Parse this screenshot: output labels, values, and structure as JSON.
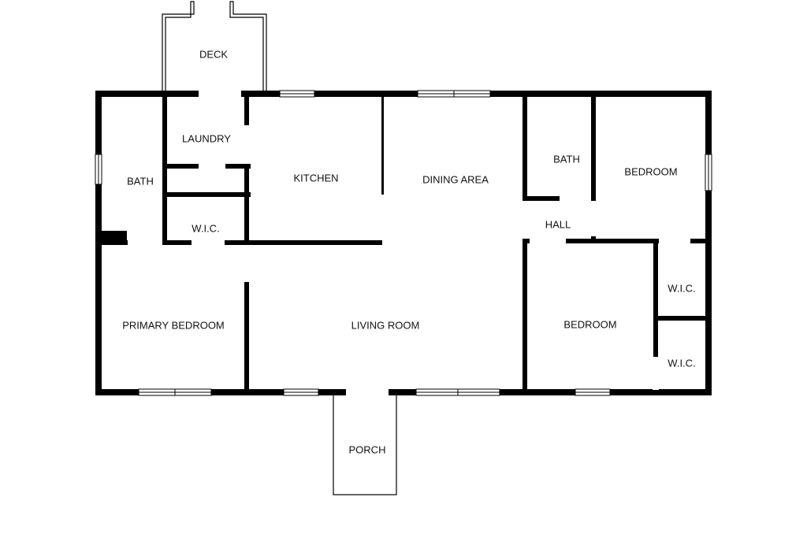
{
  "rooms": {
    "deck": "DECK",
    "bath_left": "BATH",
    "laundry": "LAUNDRY",
    "kitchen": "KITCHEN",
    "dining_area": "DINING AREA",
    "bath_right": "BATH",
    "bedroom_top": "BEDROOM",
    "hall": "HALL",
    "wic_left": "W.I.C.",
    "wic_right_top": "W.I.C.",
    "wic_right_bottom": "W.I.C.",
    "primary_bedroom": "PRIMARY BEDROOM",
    "living_room": "LIVING ROOM",
    "bedroom_bottom": "BEDROOM",
    "porch": "PORCH"
  },
  "colors": {
    "wall": "#000000",
    "background": "#ffffff"
  }
}
